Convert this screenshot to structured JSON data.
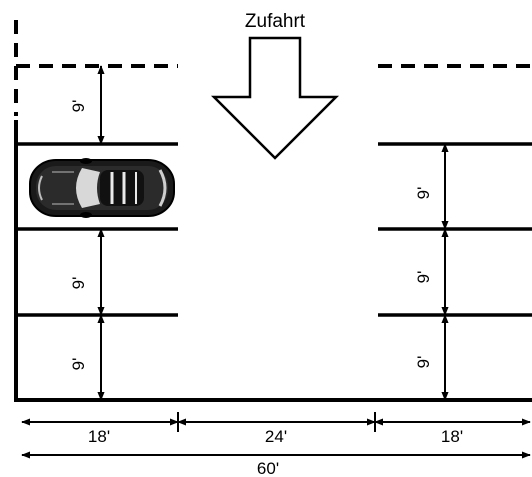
{
  "entrance": {
    "label": "Zufahrt"
  },
  "stall_dims": {
    "left": [
      "9'",
      "9'",
      "9'"
    ],
    "right": [
      "9'",
      "9'",
      "9'"
    ]
  },
  "width_dims": {
    "left_row": "18'",
    "aisle": "24'",
    "right_row": "18'",
    "total": "60'"
  },
  "icons": {
    "car": "car-top-view-icon",
    "entrance_arrow": "down-arrow-icon"
  },
  "colors": {
    "line": "#000000",
    "background": "#ffffff"
  }
}
